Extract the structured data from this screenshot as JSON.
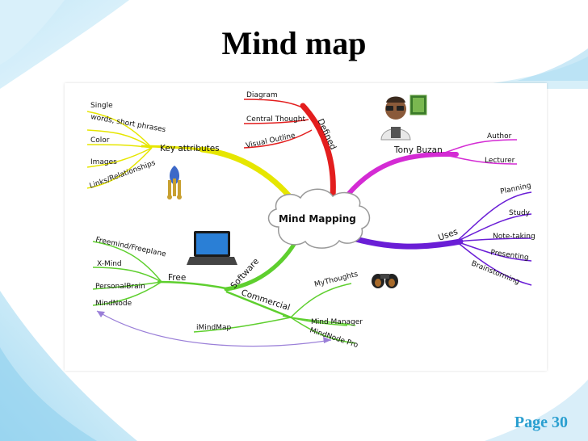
{
  "slide": {
    "title": "Mind map",
    "page_number": "Page 30"
  },
  "mindmap": {
    "center": "Mind Mapping",
    "branches": {
      "key_attributes": {
        "label": "Key attributes",
        "color": "#e6e600",
        "items": [
          "Single",
          "words, short phrases",
          "Color",
          "Images",
          "Links/Relationships"
        ]
      },
      "defined": {
        "label": "Defined",
        "color": "#e31e1e",
        "items": [
          "Diagram",
          "Central Thought",
          "Visual Outline"
        ]
      },
      "tony_buzan": {
        "label": "Tony Buzan",
        "color": "#d42bd4",
        "items": [
          "Author",
          "Lecturer"
        ]
      },
      "uses": {
        "label": "Uses",
        "color": "#6a1ed6",
        "items": [
          "Planning",
          "Study",
          "Note-taking",
          "Presenting",
          "Brainstorming"
        ]
      },
      "software": {
        "label": "Software",
        "color": "#5ecf2e",
        "free": {
          "label": "Free",
          "items": [
            "Freemind/Freeplane",
            "X-Mind",
            "PersonalBrain",
            "MindNode"
          ]
        },
        "commercial": {
          "label": "Commercial",
          "items": [
            "iMindMap",
            "MyThoughts",
            "Mind Manager",
            "MindNode Pro"
          ]
        }
      }
    },
    "icons": [
      "person-with-glasses-icon",
      "laptop-icon",
      "binoculars-icon",
      "keys-icon"
    ]
  }
}
